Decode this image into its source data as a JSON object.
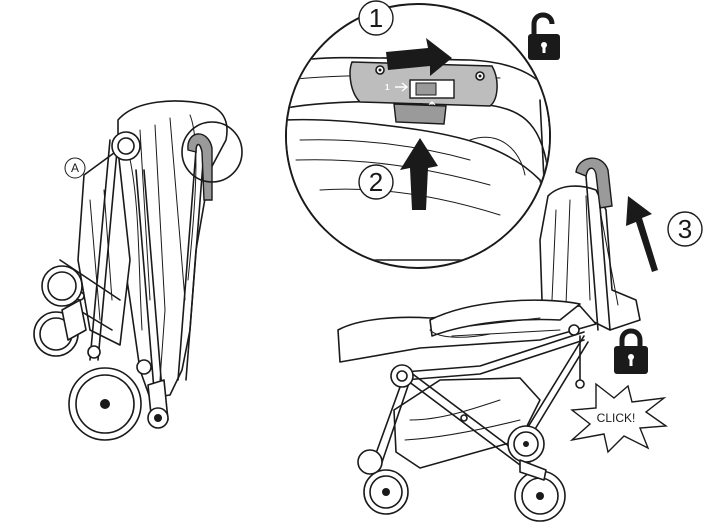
{
  "steps": {
    "step1": "1",
    "step2": "2",
    "step3": "3"
  },
  "figure_label": "A",
  "latch_marks": {
    "mark1": "1",
    "mark2": "2"
  },
  "click_text": "CLICK!",
  "icons": {
    "unlocked": "unlocked-padlock-icon",
    "locked": "locked-padlock-icon"
  },
  "colors": {
    "line": "#1a1a1a",
    "handle": "#9a9a9a",
    "latch": "#bdbdbd"
  }
}
